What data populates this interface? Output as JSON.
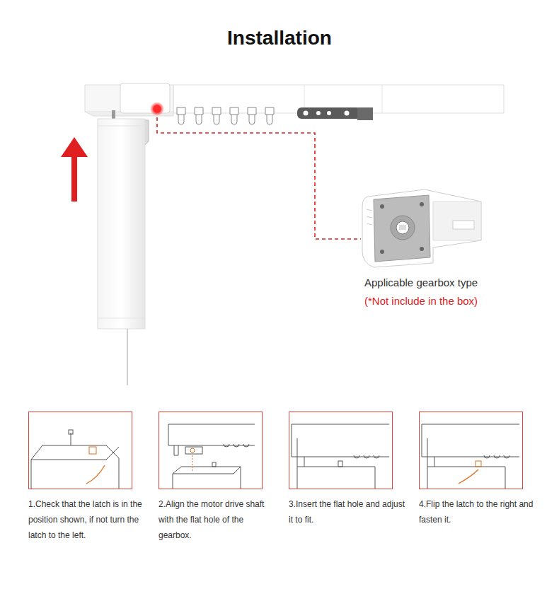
{
  "diagram": {
    "title": "Installation",
    "nodes": [
      {
        "text": [
          "1.Check that the latch is in the position shown, if not turn the latch to the left."
        ]
      },
      {
        "text": [
          "2.Align the motor drive shaft with the flat hole of the gearbox."
        ]
      },
      {
        "text": [
          "3.Insert the flat hole and adjust it to fit."
        ]
      },
      {
        "text": [
          "4.Flip the latch to the right and fasten it."
        ]
      }
    ],
    "labels": [
      "Applicable gearbox type",
      "(*Not include in the box)"
    ]
  }
}
